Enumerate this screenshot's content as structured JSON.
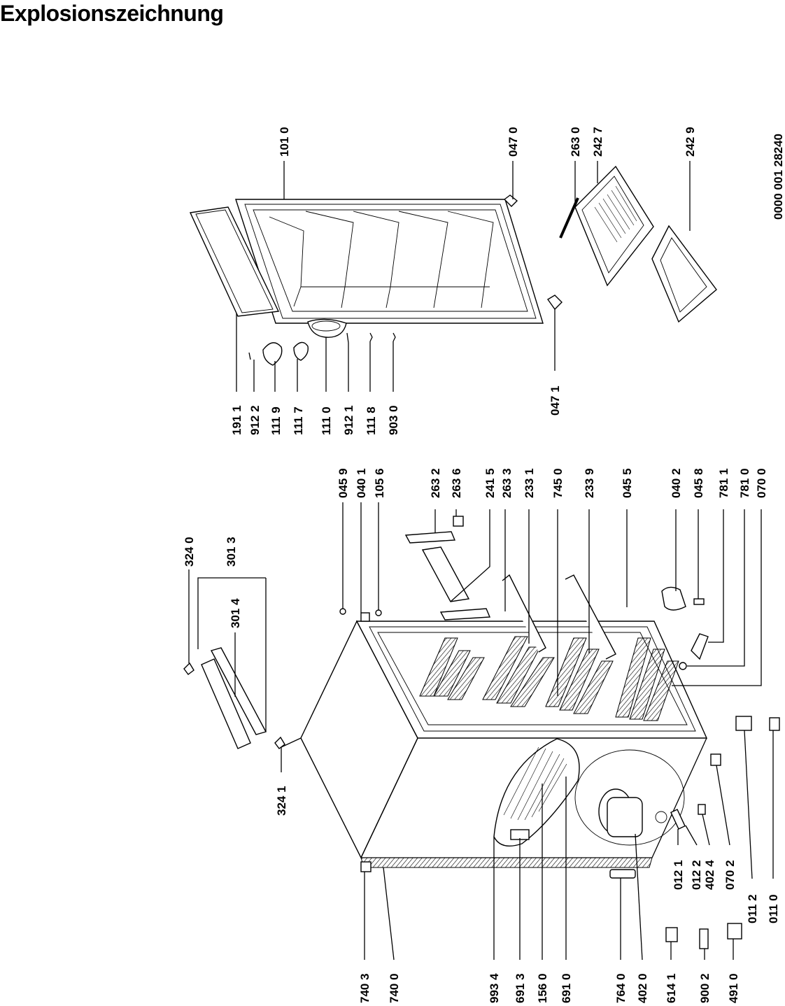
{
  "title": "Explosionszeichnung",
  "document_number": "0000 001 28240",
  "labels": {
    "l1910": "191 1",
    "l9122": "912 2",
    "l1119": "111 9",
    "l1117": "111 7",
    "l1110": "111 0",
    "l9121": "912 1",
    "l1118": "111 8",
    "l9030": "903 0",
    "l0471": "047 1",
    "l1010": "101 0",
    "l0470": "047 0",
    "l2630": "263 0",
    "l2427": "242 7",
    "l2429": "242 9",
    "l3240": "324 0",
    "l3013": "301 3",
    "l3014": "301 4",
    "l3241": "324 1",
    "l0459": "045 9",
    "l0401": "040 1",
    "l1056": "105 6",
    "l2632": "263 2",
    "l2636": "263 6",
    "l2415": "241 5",
    "l2633": "263 3",
    "l2331": "233 1",
    "l7450": "745 0",
    "l2339": "233 9",
    "l0455": "045 5",
    "l0402": "040 2",
    "l0458": "045 8",
    "l7811": "781 1",
    "l7810": "781 0",
    "l0700": "070 0",
    "l0121": "012 1",
    "l0122": "012 2",
    "l4024": "402 4",
    "l0702": "070 2",
    "l0112": "011 2",
    "l0110": "011 0",
    "l7403": "740 3",
    "l7400": "740 0",
    "l9934": "993 4",
    "l6913": "691 3",
    "l1560": "156 0",
    "l6910": "691 0",
    "l7640": "764 0",
    "l4020": "402 0",
    "l6141": "614 1",
    "l9002": "900 2",
    "l4910": "491 0"
  }
}
